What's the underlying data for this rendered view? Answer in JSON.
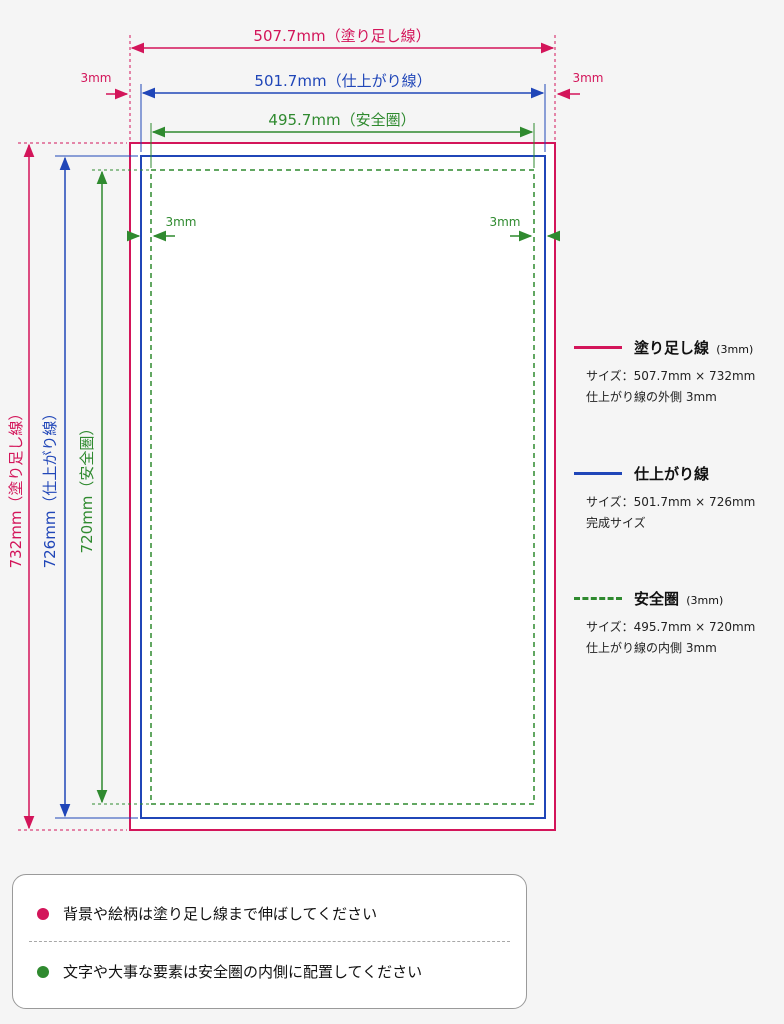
{
  "colors": {
    "bleed": "#d3155a",
    "trim": "#2046b8",
    "safe": "#2f8a2f",
    "bleed_dot": "#d3155a",
    "safe_dot": "#2f8a2f"
  },
  "dimensions": {
    "top_bleed": "507.7mm（塗り足し線）",
    "top_trim": "501.7mm（仕上がり線）",
    "top_safe": "495.7mm（安全圏）",
    "left_bleed": "732mm（塗り足し線）",
    "left_trim": "726mm（仕上がり線）",
    "left_safe": "720mm（安全圏）",
    "margin_top_left": "3mm",
    "margin_top_right": "3mm",
    "margin_inner_left": "3mm",
    "margin_inner_right": "3mm"
  },
  "legend": {
    "bleed": {
      "title": "塗り足し線",
      "suffix": "(3mm)",
      "size": "サイズ：507.7mm × 732mm",
      "note": "仕上がり線の外側 3mm",
      "style": "solid"
    },
    "trim": {
      "title": "仕上がり線",
      "suffix": "",
      "size": "サイズ：501.7mm × 726mm",
      "note": "完成サイズ",
      "style": "solid"
    },
    "safe": {
      "title": "安全圏",
      "suffix": "(3mm)",
      "size": "サイズ：495.7mm × 720mm",
      "note": "仕上がり線の内側 3mm",
      "style": "dashed"
    }
  },
  "notes": [
    "背景や絵柄は塗り足し線まで伸ばしてください",
    "文字や大事な要素は安全圏の内側に配置してください"
  ]
}
